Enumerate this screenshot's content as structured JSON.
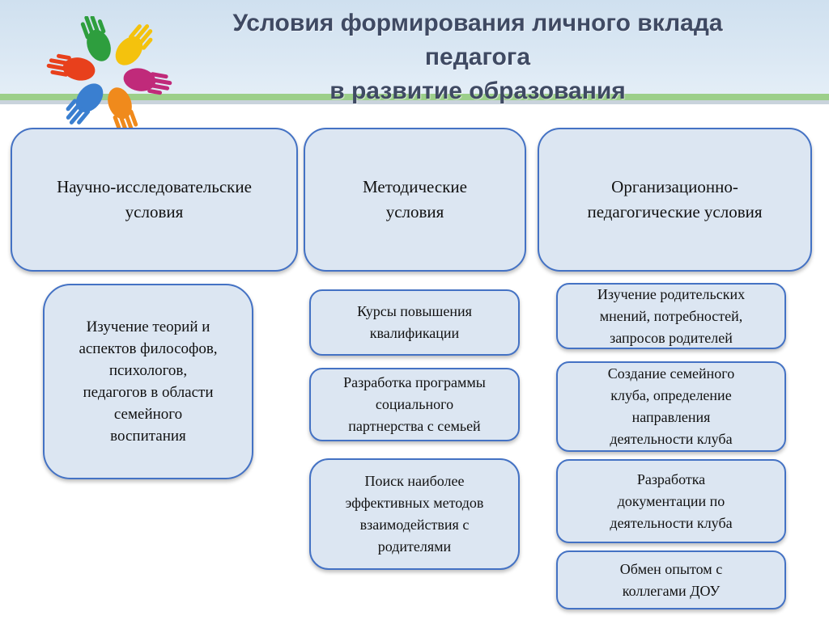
{
  "title": {
    "line1": "Условия формирования личного вклада",
    "line2": "педагога",
    "line3": "в развитие образования"
  },
  "colors": {
    "box_fill": "#dce6f2",
    "box_border": "#4472c4",
    "title_text": "#3f4a63",
    "accent_green": "#9ccf8a",
    "hand_colors": [
      "#2e9e3e",
      "#f4c20d",
      "#3a7fd0",
      "#e8401c",
      "#f08a1c",
      "#c02a7a"
    ]
  },
  "columns": [
    {
      "header": "Научно-исследовательские\nусловия",
      "items": [
        "Изучение теорий и\nаспектов философов,\nпсихологов,\nпедагогов в области\nсемейного\nвоспитания"
      ]
    },
    {
      "header": "Методические\nусловия",
      "items": [
        "Курсы повышения\nквалификации",
        "Разработка программы\nсоциального\nпартнерства с семьей",
        "Поиск наиболее\nэффективных методов\nвзаимодействия  с\nродителями"
      ]
    },
    {
      "header": "Организационно-\nпедагогические условия",
      "items": [
        "Изучение родительских\nмнений, потребностей,\nзапросов родителей",
        "Создание семейного\nклуба, определение\nнаправления\nдеятельности клуба",
        "Разработка\nдокументации по\nдеятельности клуба",
        "Обмен опытом с\nколлегами ДОУ"
      ]
    }
  ]
}
